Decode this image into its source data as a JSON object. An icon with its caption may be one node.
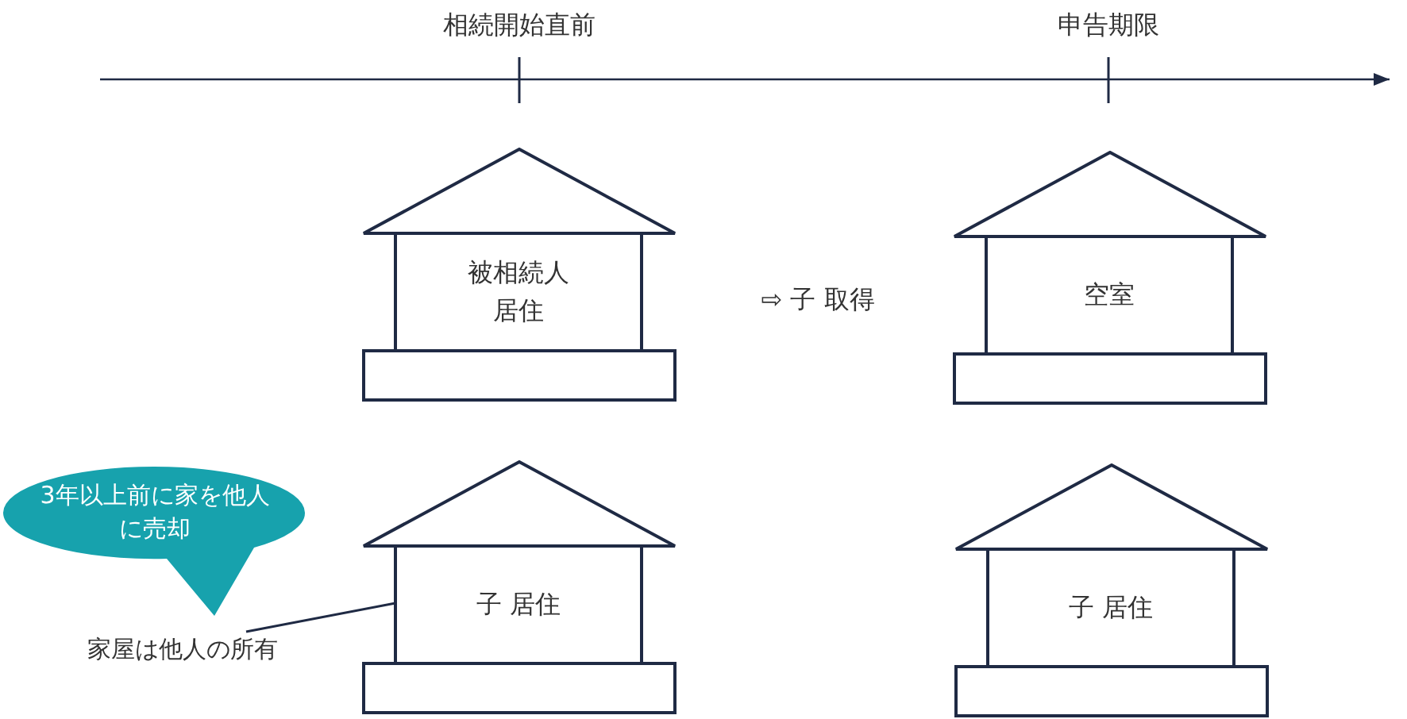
{
  "diagram": {
    "nodes": [
      {
        "text": [
          "被相続人居住"
        ]
      },
      {
        "text": [
          "空室"
        ]
      },
      {
        "text": [
          "3年以上前に家を他人に売却"
        ]
      },
      {
        "text": [
          "子 居住"
        ]
      },
      {
        "text": [
          "子 居住"
        ]
      },
      {
        "text": [
          "家屋は他人の所有"
        ]
      }
    ],
    "edges": [
      {
        "from": 5,
        "to": 3,
        "arrow": "none"
      }
    ],
    "labels": [
      "相続開始直前",
      "申告期限",
      "⇨ 子 取得"
    ]
  }
}
